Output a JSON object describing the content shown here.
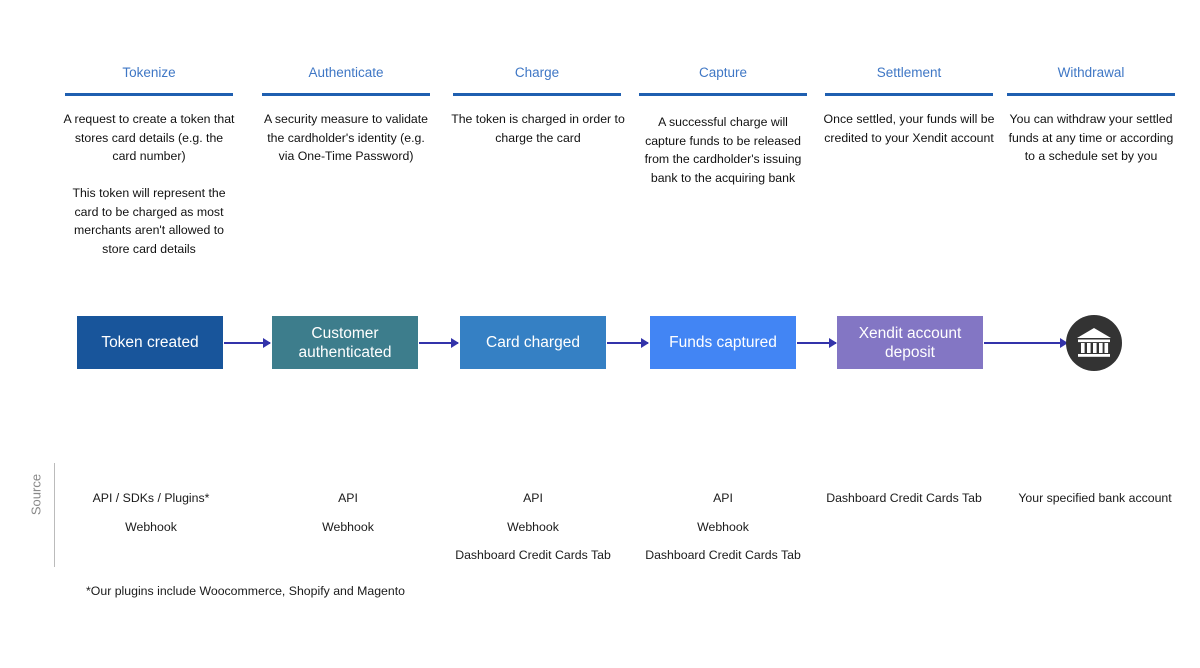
{
  "diagram": {
    "title_color": "#3f77c5",
    "rule_color": "#1f5fb0",
    "arrow_color": "#3333aa",
    "columns": [
      {
        "title": "Tokenize",
        "paragraphs": [
          "A request to create a token that stores card details (e.g. the card number)",
          "This token will represent the card to be charged as most merchants aren't allowed to store card details"
        ],
        "step_label": "Token created",
        "step_color": "#18559b",
        "sources": [
          "API / SDKs / Plugins*",
          "Webhook"
        ]
      },
      {
        "title": "Authenticate",
        "paragraphs": [
          "A security measure to validate the cardholder's identity (e.g. via One-Time Password)"
        ],
        "step_label": "Customer authenticated",
        "step_color": "#3d7d8c",
        "sources": [
          "API",
          "Webhook"
        ]
      },
      {
        "title": "Charge",
        "paragraphs": [
          "The token is charged in order to charge the card"
        ],
        "step_label": "Card charged",
        "step_color": "#3580c4",
        "sources": [
          "API",
          "Webhook",
          "Dashboard Credit Cards Tab"
        ]
      },
      {
        "title": "Capture",
        "paragraphs": [
          "A successful charge will capture funds to be released from the cardholder's issuing bank to the acquiring bank"
        ],
        "step_label": "Funds captured",
        "step_color": "#4285f4",
        "sources": [
          "API",
          "Webhook",
          "Dashboard Credit Cards Tab"
        ]
      },
      {
        "title": "Settlement",
        "paragraphs": [
          "Once settled, your funds will be credited to your Xendit account"
        ],
        "step_label": "Xendit account deposit",
        "step_color": "#8376c4",
        "sources": [
          "Dashboard Credit Cards Tab"
        ]
      },
      {
        "title": "Withdrawal",
        "paragraphs": [
          "You can withdraw your settled funds at any time or according to a schedule set by you"
        ],
        "step_label": "",
        "step_icon": "bank-icon",
        "sources": [
          "Your specified bank account"
        ]
      }
    ],
    "source_axis_label": "Source",
    "footnote": "*Our plugins include Woocommerce, Shopify and Magento"
  }
}
